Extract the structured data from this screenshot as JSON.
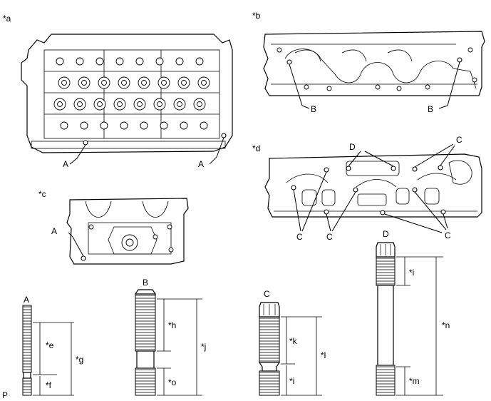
{
  "views": {
    "a": "*a",
    "b": "*b",
    "c": "*c",
    "d": "*d"
  },
  "callouts": {
    "A": "A",
    "B": "B",
    "C": "C",
    "D": "D"
  },
  "studs": {
    "A": {
      "label": "A",
      "dims": [
        "*e",
        "*f",
        "*g"
      ]
    },
    "B": {
      "label": "B",
      "dims": [
        "*h",
        "*o",
        "*j"
      ]
    },
    "C": {
      "label": "C",
      "dims": [
        "*k",
        "*i",
        "*l"
      ]
    },
    "D": {
      "label": "D",
      "dims": [
        "*i",
        "*m",
        "*n"
      ]
    }
  },
  "corner_mark": "P"
}
